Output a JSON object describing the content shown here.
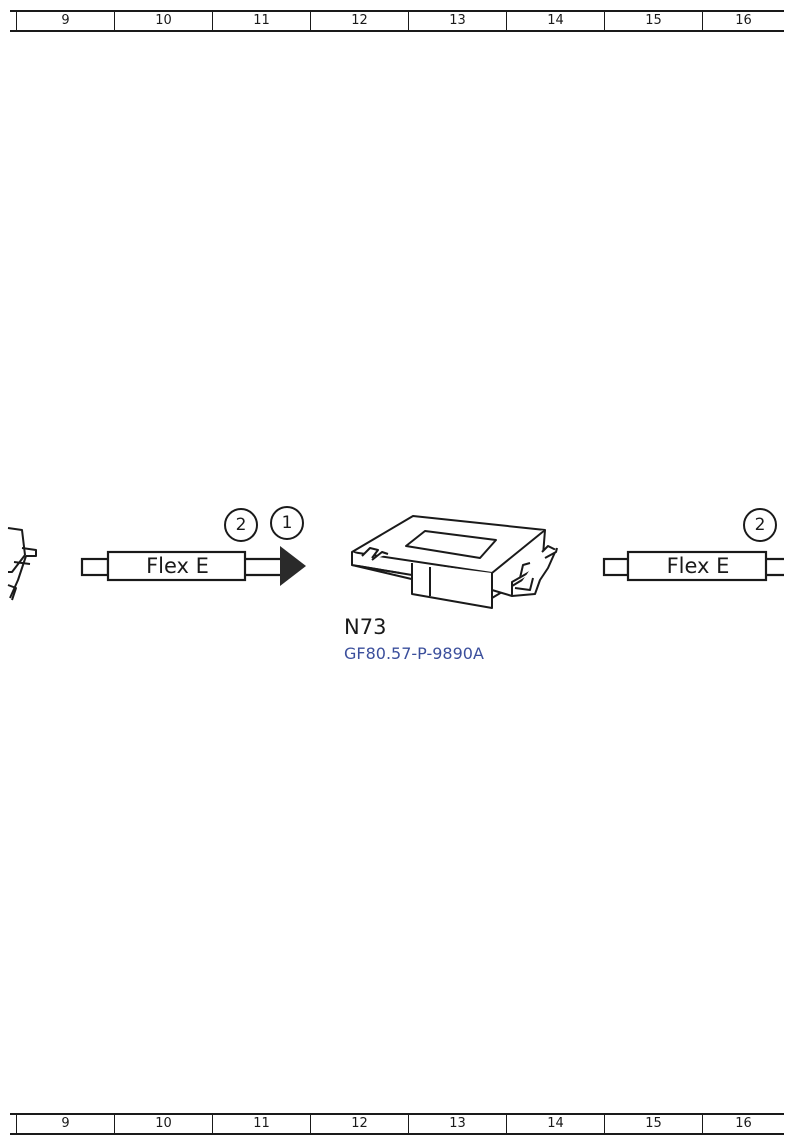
{
  "ruler": {
    "cells": [
      "9",
      "10",
      "11",
      "12",
      "13",
      "14",
      "15",
      "16"
    ]
  },
  "components": {
    "main": {
      "id": "N73",
      "reference": "GF80.57-P-9890A"
    }
  },
  "connections": [
    {
      "label": "Flex E",
      "markers": [
        "2",
        "1"
      ]
    },
    {
      "label": "Flex E",
      "markers": [
        "2"
      ]
    }
  ],
  "colors": {
    "line": "#1a1a1a",
    "reference_link": "#3b4f9c"
  }
}
